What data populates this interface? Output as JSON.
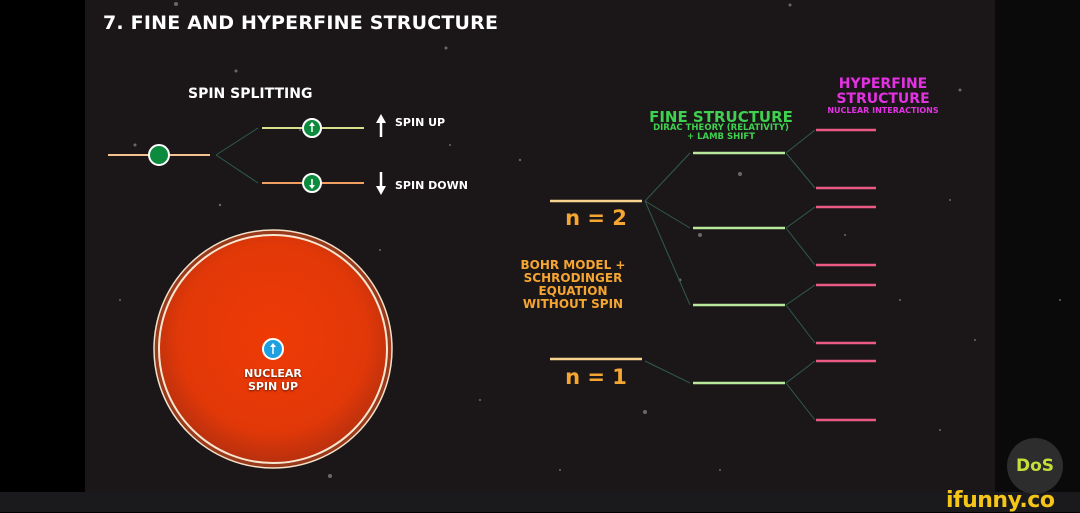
{
  "title": "7. FINE AND HYPERFINE STRUCTURE",
  "spin_splitting": {
    "heading": "SPIN SPLITTING",
    "spin_up_label": "SPIN UP",
    "spin_down_label": "SPIN DOWN"
  },
  "nucleus": {
    "label_line1": "NUCLEAR",
    "label_line2": "SPIN UP",
    "color": "#e63a0a"
  },
  "bohr": {
    "n2_label": "n = 2",
    "n1_label": "n = 1",
    "desc_lines": [
      "BOHR MODEL +",
      "SCHRODINGER",
      "EQUATION",
      "WITHOUT SPIN"
    ],
    "color": "#f5a531"
  },
  "fine_structure": {
    "heading": "FINE STRUCTURE",
    "sub_line1": "DIRAC THEORY (RELATIVITY)",
    "sub_line2": "+ LAMB SHIFT",
    "color": "#3fd14f"
  },
  "hyperfine_structure": {
    "heading_line1": "HYPERFINE",
    "heading_line2": "STRUCTURE",
    "sub": "NUCLEAR INTERACTIONS",
    "color": "#e431e4"
  },
  "watermark": {
    "badge": "DoS",
    "site": "ifunny.co"
  }
}
